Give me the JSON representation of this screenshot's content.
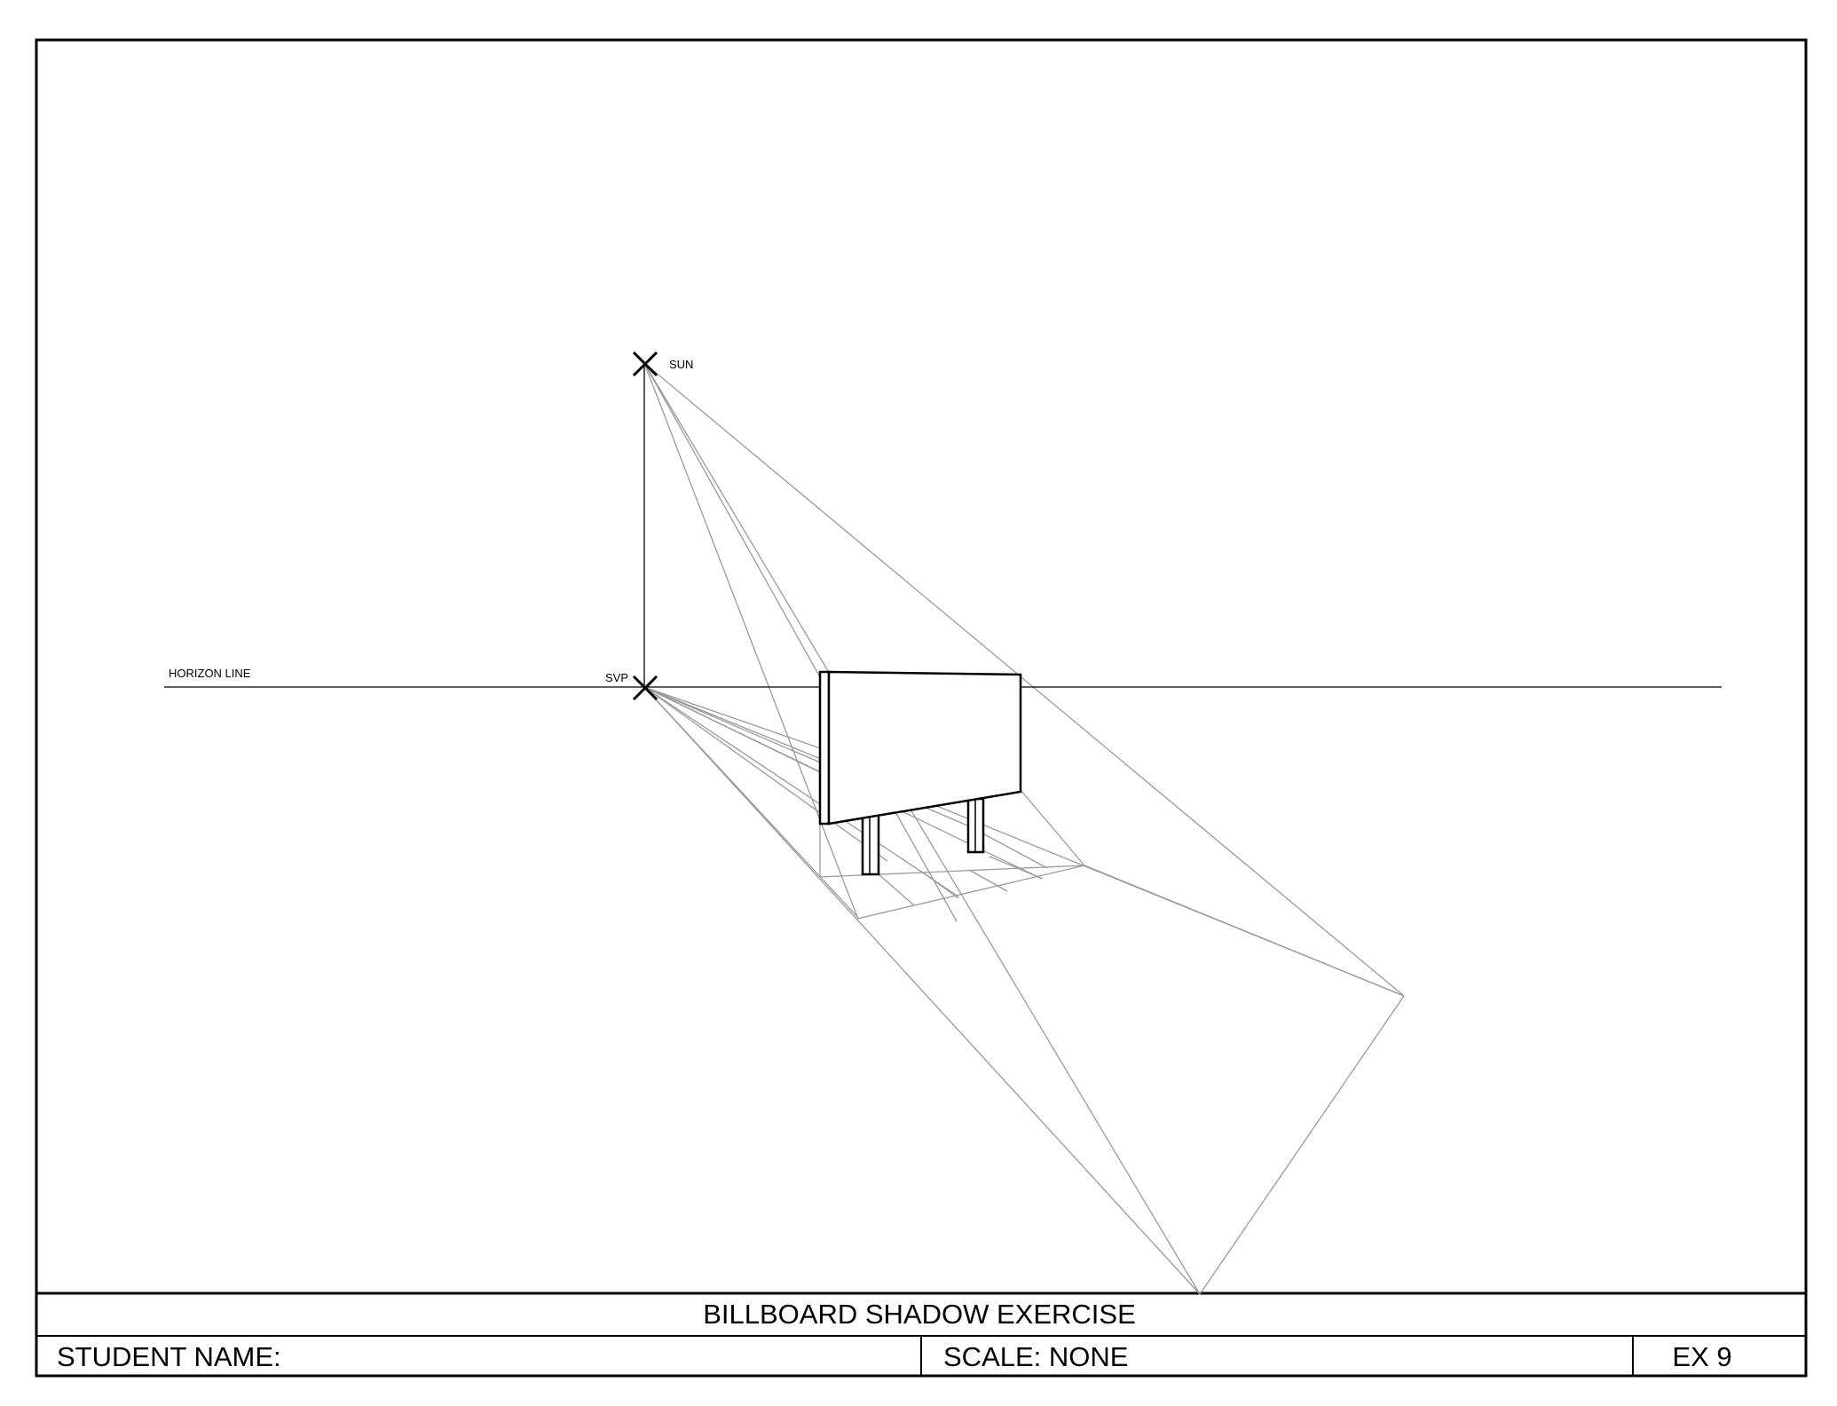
{
  "drawing": {
    "labels": {
      "sun": "SUN",
      "svp": "SVP",
      "horizon": "HORIZON LINE"
    }
  },
  "title_block": {
    "title": "BILLBOARD SHADOW EXERCISE",
    "student_name": "STUDENT NAME:",
    "scale": "SCALE: NONE",
    "exercise": "EX 9"
  },
  "colors": {
    "line": "#000000",
    "construction": "#9a9a9a"
  }
}
